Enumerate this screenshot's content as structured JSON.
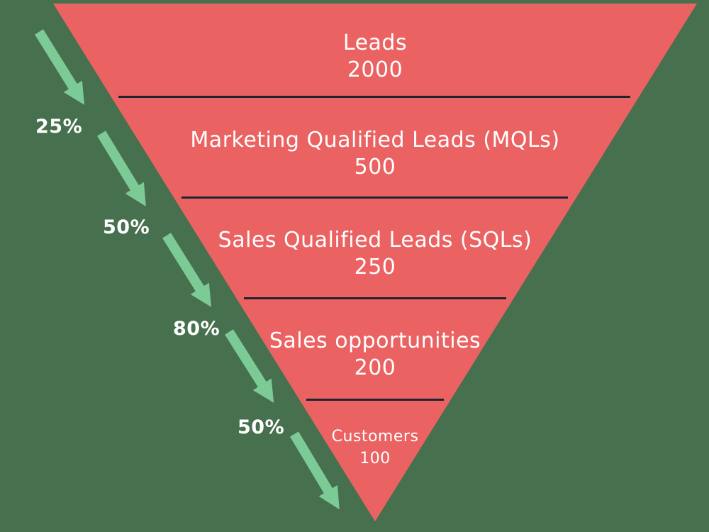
{
  "chart_data": {
    "type": "funnel",
    "stages": [
      {
        "label": "Leads",
        "value": 2000
      },
      {
        "label": "Marketing Qualified Leads (MQLs)",
        "value": 500
      },
      {
        "label": "Sales Qualified Leads (SQLs)",
        "value": 250
      },
      {
        "label": "Sales opportunities",
        "value": 200
      },
      {
        "label": "Customers",
        "value": 100
      }
    ],
    "conversion_rates": [
      "25%",
      "50%",
      "80%",
      "50%"
    ],
    "layout": {
      "direction": "top-to-bottom inverted triangle",
      "legend": "none",
      "grid": "off"
    }
  },
  "colors": {
    "background": "#47704E",
    "funnel": "#EB6262",
    "arrow": "#7CCB97",
    "divider": "#1F2433",
    "text": "#FFFFFF"
  }
}
